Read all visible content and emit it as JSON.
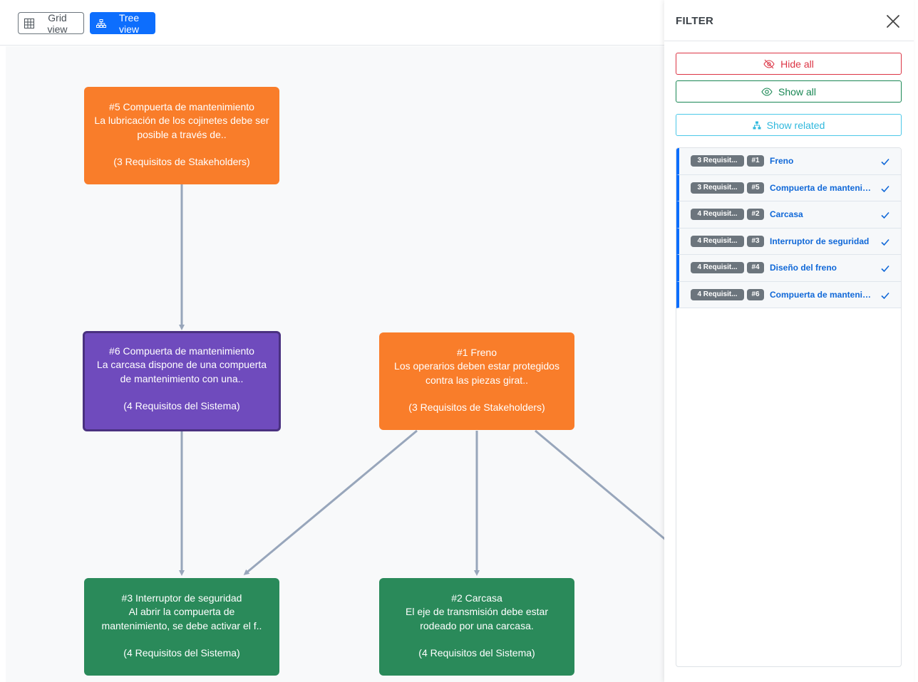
{
  "toolbar": {
    "grid_view_label": "Grid view",
    "tree_view_label": "Tree view"
  },
  "tree": {
    "nodes": [
      {
        "title": "#5 Compuerta de mantenimiento",
        "line1": "La lubricación de los cojinetes debe ser",
        "line2": "posible a través de..",
        "count": "(3 Requisitos de Stakeholders)",
        "color": "#f97d2a"
      },
      {
        "title": "#6 Compuerta de mantenimiento",
        "line1": "La carcasa dispone de una compuerta",
        "line2": "de mantenimiento con una..",
        "count": "(4 Requisitos del Sistema)",
        "color": "#6f4bbd",
        "selected": true
      },
      {
        "title": "#1 Freno",
        "line1": "Los operarios deben estar protegidos",
        "line2": "contra las piezas girat..",
        "count": "(3 Requisitos de Stakeholders)",
        "color": "#f97d2a"
      },
      {
        "title": "#3 Interruptor de seguridad",
        "line1": "Al abrir la compuerta de",
        "line2": "mantenimiento, se debe activar el f..",
        "count": "(4 Requisitos del Sistema)",
        "color": "#2a8a5a"
      },
      {
        "title": "#2 Carcasa",
        "line1": "El eje de transmisión debe estar",
        "line2": "rodeado por una carcasa.",
        "count": "(4 Requisitos del Sistema)",
        "color": "#2a8a5a"
      }
    ],
    "edge_color": "#98a6bb"
  },
  "filter": {
    "title": "FILTER",
    "hide_all_label": "Hide all",
    "show_all_label": "Show all",
    "show_related_label": "Show related",
    "items": [
      {
        "type": "3 Requisit...",
        "id": "#1",
        "label": "Freno",
        "checked": true
      },
      {
        "type": "3 Requisit...",
        "id": "#5",
        "label": "Compuerta de mantenimiento",
        "checked": true
      },
      {
        "type": "4 Requisit...",
        "id": "#2",
        "label": "Carcasa",
        "checked": true
      },
      {
        "type": "4 Requisit...",
        "id": "#3",
        "label": "Interruptor de seguridad",
        "checked": true
      },
      {
        "type": "4 Requisit...",
        "id": "#4",
        "label": "Diseño del freno",
        "checked": true
      },
      {
        "type": "4 Requisit...",
        "id": "#6",
        "label": "Compuerta de mantenimiento",
        "checked": true
      }
    ]
  },
  "colors": {
    "accent": "#0d6efd",
    "danger": "#dc3545",
    "success": "#198754",
    "info": "#2fb8dd",
    "stakeholder_node": "#f97d2a",
    "system_node": "#2a8a5a",
    "selected_node": "#6f4bbd"
  }
}
